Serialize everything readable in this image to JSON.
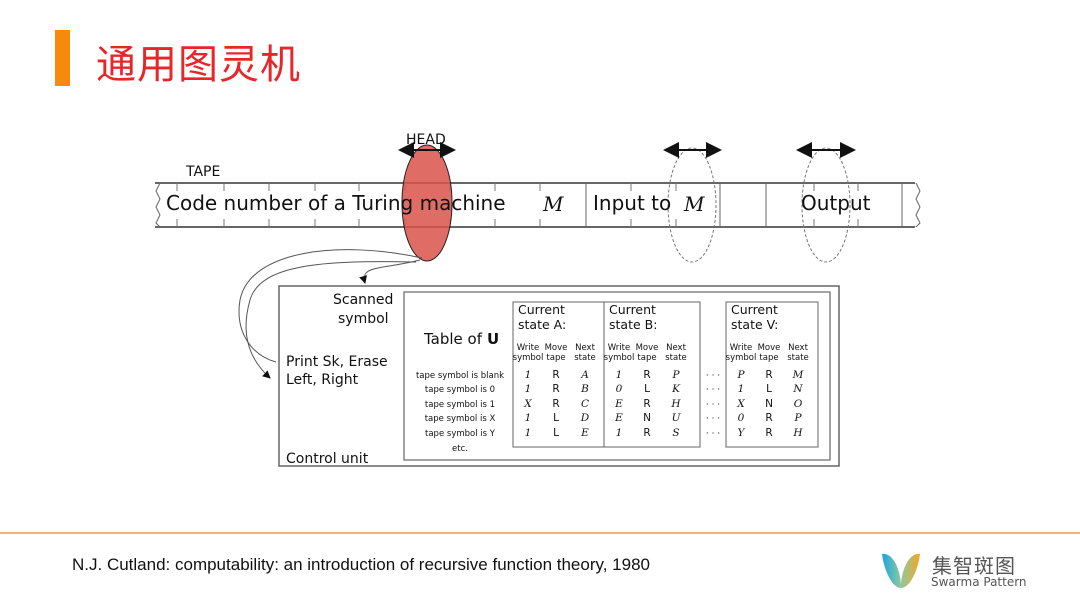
{
  "title": "通用图灵机",
  "citation": "N.J. Cutland: computability: an introduction of recursive function theory, 1980",
  "logo": {
    "cn": "集智斑图",
    "en": "Swarma Pattern"
  },
  "colors": {
    "accent": "#f78a0a",
    "title": "#e8262a",
    "head": "#d9534a"
  },
  "diagram": {
    "tape_label": "TAPE",
    "head_label": "HEAD",
    "tape_code": "Code number of a Turing machine",
    "tape_m": "M",
    "tape_input": "Input to",
    "tape_input_m": "M",
    "tape_output": "Output",
    "scanned": [
      "Scanned",
      "symbol"
    ],
    "print": [
      "Print Sk, Erase",
      "Left, Right"
    ],
    "control_unit": "Control unit",
    "table_title": "Table of",
    "table_title_bold": "U",
    "row_labels": [
      "tape symbol is blank",
      "tape symbol is 0",
      "tape symbol is 1",
      "tape symbol is X",
      "tape symbol is Y",
      "etc."
    ],
    "col_heads": [
      [
        "Write",
        "symbol"
      ],
      [
        "Move",
        "tape"
      ],
      [
        "Next",
        "state"
      ]
    ],
    "states": [
      {
        "line1": "Current",
        "line2": "state A:",
        "rows": [
          [
            "1",
            "R",
            "A"
          ],
          [
            "1",
            "R",
            "B"
          ],
          [
            "X",
            "R",
            "C"
          ],
          [
            "1",
            "L",
            "D"
          ],
          [
            "1",
            "L",
            "E"
          ]
        ]
      },
      {
        "line1": "Current",
        "line2": "state B:",
        "rows": [
          [
            "1",
            "R",
            "P"
          ],
          [
            "0",
            "L",
            "K"
          ],
          [
            "E",
            "R",
            "H"
          ],
          [
            "E",
            "N",
            "U"
          ],
          [
            "1",
            "R",
            "S"
          ]
        ]
      },
      {
        "line1": "Current",
        "line2": "state V:",
        "rows": [
          [
            "P",
            "R",
            "M"
          ],
          [
            "1",
            "L",
            "N"
          ],
          [
            "X",
            "N",
            "O"
          ],
          [
            "0",
            "R",
            "P"
          ],
          [
            "Y",
            "R",
            "H"
          ]
        ]
      }
    ],
    "ellipsis": "· · ·"
  }
}
